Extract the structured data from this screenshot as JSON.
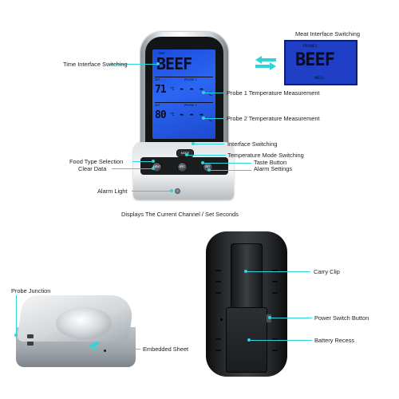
{
  "colors": {
    "accent": "#2fd3da",
    "lcd_blue": "#2b66f2",
    "device_black": "#121416"
  },
  "labels": {
    "meat_interface_switching": "Meat Interface Switching",
    "time_interface_switching": "Time Interface Switching",
    "probe1_temp": "Probe 1 Temperature Measurement",
    "probe2_temp": "Probe 2 Temperature Measurement",
    "interface_switching": "Interface Switching",
    "temp_mode_switching": "Temperature Mode Switching",
    "food_type_selection": "Food Type Selection",
    "clear_data": "Clear Data",
    "taste_button": "Taste Button",
    "alarm_settings": "Alarm Settings",
    "alarm_light": "Alarm Light",
    "channel_seconds": "Displays The Current Channel / Set Seconds",
    "carry_clip": "Carry Clip",
    "power_switch": "Power Switch Button",
    "battery_recess": "Battery Recess",
    "probe_junction": "Probe Junction",
    "embedded_sheet": "Embedded Sheet"
  },
  "lcd": {
    "food": "BEEF",
    "probe1_small": "PROBE1",
    "probe1_set": "71",
    "probe1_unit": "°C",
    "probe1_reading": "- - -",
    "probe2_set": "80",
    "probe2_unit": "°C",
    "probe2_reading": "- - -",
    "c_unit": "C",
    "tag_top": "TIME",
    "tag_p1": "PROBE 1",
    "tag_p2": "PROBE 2"
  },
  "buttons": {
    "mode": "MODE",
    "meat": "MEAT",
    "clear": "CLEAR",
    "ntc": "NTC",
    "set": "SET",
    "taste": "TASTE",
    "alarm": "ALARM"
  },
  "meat_screen": {
    "probe": "PROBE1",
    "food": "BEEF",
    "doneness": "WELL"
  },
  "icons": {
    "switch_arrows": "double-arrow-icon"
  }
}
